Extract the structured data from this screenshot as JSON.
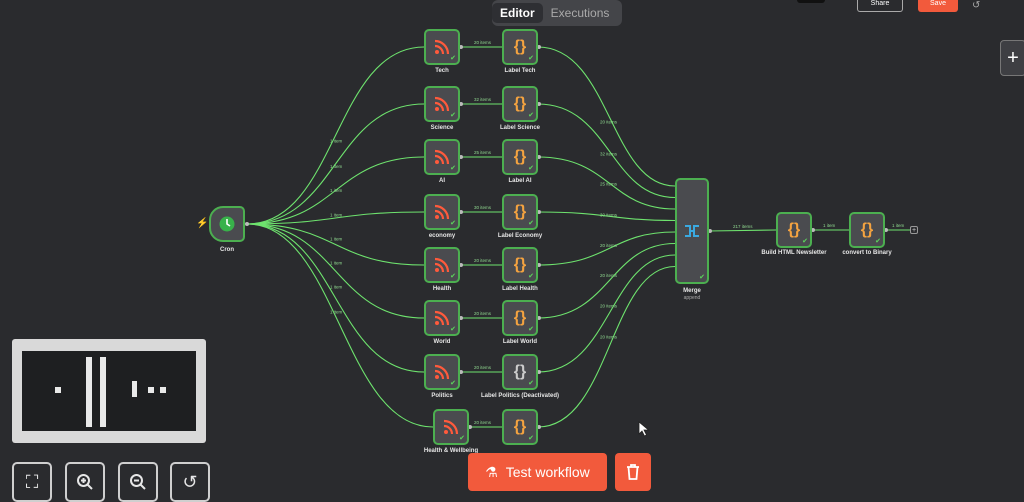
{
  "tabs": [
    {
      "label": "Editor",
      "active": true
    },
    {
      "label": "Executions",
      "active": false
    }
  ],
  "top_buttons": {
    "share_label": "Share",
    "save_label": "Save"
  },
  "colors": {
    "canvas": "#2a2b2e",
    "edge": "#6ee36e",
    "rss": "#ff5a3c",
    "code": "#f4a340",
    "merge": "#3aa9e0",
    "accent": "#f25a3c"
  },
  "trigger": {
    "name": "Cron",
    "icon": "clock-icon"
  },
  "feeds": [
    {
      "name": "Tech",
      "label_node": "Label Tech",
      "items": "20 items",
      "trigger_items": "1 item",
      "out_items": "20 items"
    },
    {
      "name": "Science",
      "label_node": "Label Science",
      "items": "32 items",
      "trigger_items": "1 item",
      "out_items": "32 items"
    },
    {
      "name": "AI",
      "label_node": "Label AI",
      "items": "25 items",
      "trigger_items": "1 item",
      "out_items": "25 items"
    },
    {
      "name": "economy",
      "label_node": "Label Economy",
      "items": "30 items",
      "trigger_items": "1 item",
      "out_items": "30 items"
    },
    {
      "name": "Health",
      "label_node": "Label Health",
      "items": "20 items",
      "trigger_items": "1 item",
      "out_items": "20 items"
    },
    {
      "name": "World",
      "label_node": "Label World",
      "items": "20 items",
      "trigger_items": "1 item",
      "out_items": "20 items"
    },
    {
      "name": "Politics",
      "label_node": "Label Politics (Deactivated)",
      "items": "20 items",
      "trigger_items": "1 item",
      "out_items": "20 items"
    },
    {
      "name": "Health & Wellbeing",
      "label_node": "",
      "items": "20 items",
      "trigger_items": "1 item",
      "out_items": "20 items"
    }
  ],
  "merge": {
    "name": "Merge",
    "sub": "append",
    "out_items": "217 items"
  },
  "build_node": {
    "name": "Build HTML Newsletter",
    "out_items": "1 item"
  },
  "convert_node": {
    "name": "convert to Binary",
    "out_items": "1 item"
  },
  "controls": {
    "test_workflow_label": "Test workflow"
  }
}
